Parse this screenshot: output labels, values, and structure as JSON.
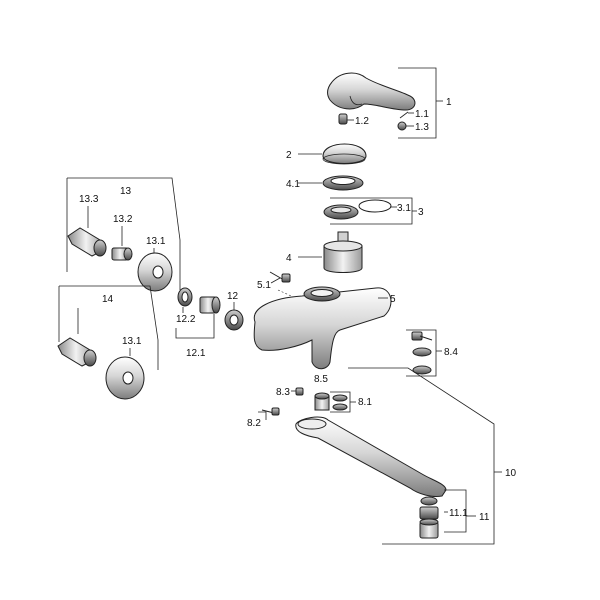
{
  "diagram": {
    "labels": {
      "l1": "1",
      "l1_1": "1.1",
      "l1_2": "1.2",
      "l1_3": "1.3",
      "l2": "2",
      "l3": "3",
      "l3_1": "3.1",
      "l4": "4",
      "l4_1": "4.1",
      "l5": "5",
      "l5_1": "5.1",
      "l8_1": "8.1",
      "l8_2": "8.2",
      "l8_3": "8.3",
      "l8_4": "8.4",
      "l8_5": "8.5",
      "l10": "10",
      "l11": "11",
      "l11_1": "11.1",
      "l12": "12",
      "l12_1": "12.1",
      "l12_2": "12.2",
      "l13": "13",
      "l13_1a": "13.1",
      "l13_2": "13.2",
      "l13_3": "13.3",
      "l14": "14",
      "l13_1b": "13.1"
    }
  }
}
